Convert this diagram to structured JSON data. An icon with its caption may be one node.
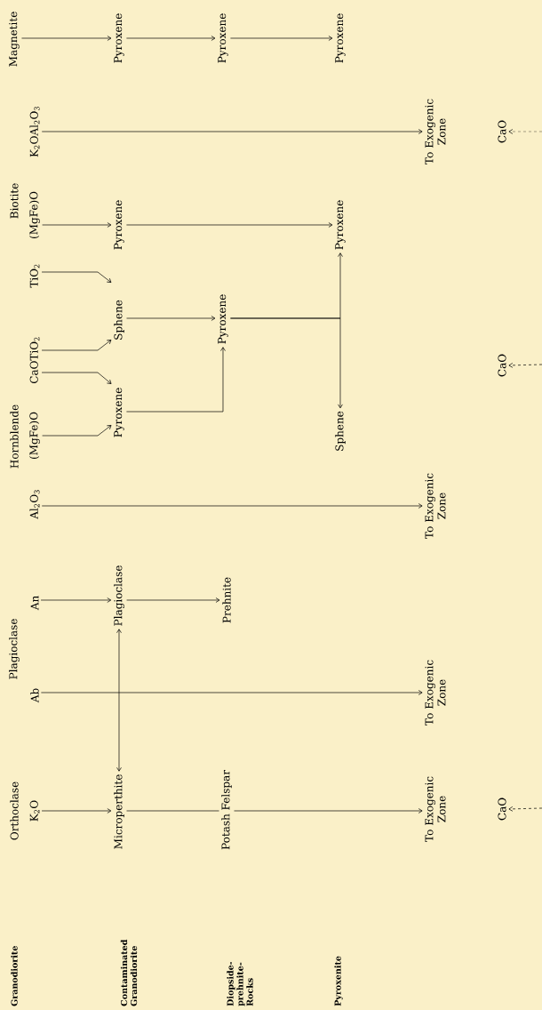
{
  "diagram": {
    "nodes": [
      {
        "text": [
          "K$_{2}$O"
        ]
      },
      {
        "text": [
          "Ab"
        ]
      },
      {
        "text": [
          "An"
        ]
      },
      {
        "text": [
          "Al$_{2}$O$_{3}$"
        ]
      },
      {
        "text": [
          "(MgFe)O"
        ]
      },
      {
        "text": [
          "CaOTiO$_{2}$"
        ]
      },
      {
        "text": [
          "TiO$_{2}$"
        ]
      },
      {
        "text": [
          "(MgFe)O"
        ]
      },
      {
        "text": [
          "K$_{2}$OAl$_{2}$O$_{3}$"
        ]
      },
      {
        "text": [
          "Magnetite"
        ]
      },
      {
        "text": [
          "Microperthite"
        ]
      },
      {
        "text": [
          "Plagioclase"
        ]
      },
      {
        "text": [
          "Pyroxene"
        ]
      },
      {
        "text": [
          "Sphene"
        ]
      },
      {
        "text": [
          "Pyroxene"
        ]
      },
      {
        "text": [
          "Pyroxene"
        ]
      },
      {
        "text": [
          "Potash Felspar"
        ]
      },
      {
        "text": [
          "Prehnite"
        ]
      },
      {
        "text": [
          "Pyroxene"
        ]
      },
      {
        "text": [
          "Pyroxene"
        ]
      },
      {
        "text": [
          "Sphene"
        ]
      },
      {
        "text": [
          "Pyroxene"
        ]
      },
      {
        "text": [
          "Pyroxene"
        ]
      },
      {
        "text": [
          "To Exogenic Zone"
        ]
      },
      {
        "text": [
          "To Exogenic Zone"
        ]
      },
      {
        "text": [
          "To Exogenic Zone"
        ]
      },
      {
        "text": [
          "To Exogenic Zone"
        ]
      },
      {
        "text": [
          "CaO"
        ]
      },
      {
        "text": [
          "CaO"
        ]
      },
      {
        "text": [
          "CaO"
        ]
      }
    ],
    "edges": [
      {
        "from": 0,
        "to": 10,
        "arrow": "to"
      },
      {
        "from": 1,
        "to": 24,
        "arrow": "to"
      },
      {
        "from": 2,
        "to": 11,
        "arrow": "to"
      },
      {
        "from": 10,
        "to": 11,
        "arrow": "both"
      },
      {
        "from": 3,
        "to": 25,
        "arrow": "to"
      },
      {
        "from": 4,
        "to": 12,
        "arrow": "to"
      },
      {
        "from": 5,
        "to": 12,
        "arrow": "to"
      },
      {
        "from": 5,
        "to": 13,
        "arrow": "to"
      },
      {
        "from": 6,
        "to": 13,
        "arrow": "to"
      },
      {
        "from": 7,
        "to": 14,
        "arrow": "to"
      },
      {
        "from": 8,
        "to": 26,
        "arrow": "to"
      },
      {
        "from": 9,
        "to": 15,
        "arrow": "to"
      },
      {
        "from": 10,
        "to": 16,
        "arrow": "none"
      },
      {
        "from": 16,
        "to": 23,
        "arrow": "to"
      },
      {
        "from": 11,
        "to": 17,
        "arrow": "to"
      },
      {
        "from": 12,
        "to": 18,
        "arrow": "to"
      },
      {
        "from": 13,
        "to": 18,
        "arrow": "to"
      },
      {
        "from": 18,
        "to": 20,
        "arrow": "to"
      },
      {
        "from": 18,
        "to": 21,
        "arrow": "to"
      },
      {
        "from": 14,
        "to": 21,
        "arrow": "to"
      },
      {
        "from": 15,
        "to": 19,
        "arrow": "to"
      },
      {
        "from": 19,
        "to": 22,
        "arrow": "to"
      },
      {
        "from": null,
        "to": 27,
        "arrow": "to",
        "style": "dashed"
      },
      {
        "from": null,
        "to": 28,
        "arrow": "to",
        "style": "dashed"
      },
      {
        "from": null,
        "to": 29,
        "arrow": "to",
        "style": "dashed"
      }
    ],
    "labels": [
      "Granodiorite",
      "Orthoclase",
      "Plagioclase",
      "Hornblende",
      "Biotite",
      "Contaminated Granodiorite",
      "Diopside-prehnite-Rocks",
      "Pyroxenite"
    ]
  }
}
